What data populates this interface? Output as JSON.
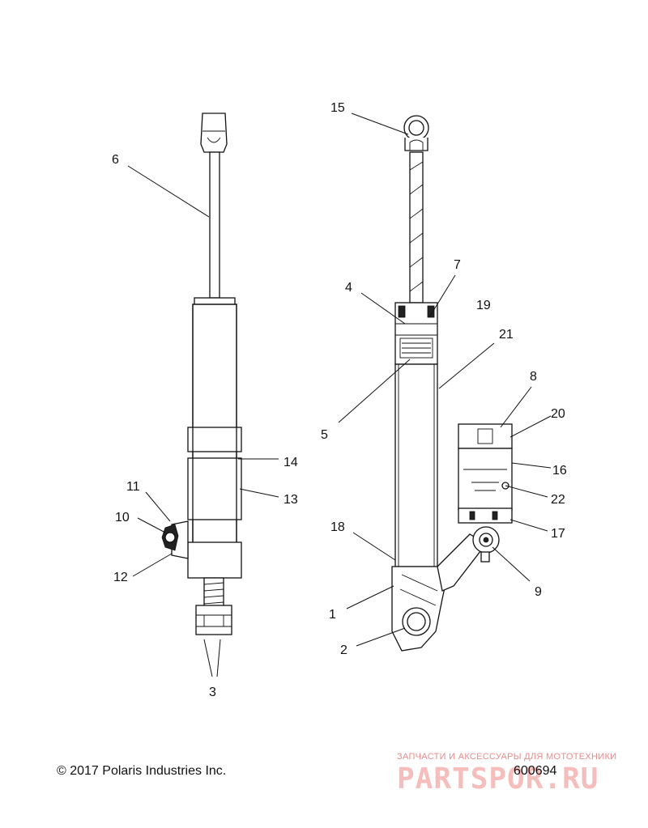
{
  "callouts": [
    "1",
    "2",
    "3",
    "4",
    "5",
    "6",
    "7",
    "8",
    "9",
    "10",
    "11",
    "12",
    "13",
    "14",
    "15",
    "16",
    "17",
    "18",
    "19",
    "20",
    "21",
    "22"
  ],
  "footer": {
    "copyright": "© 2017 Polaris Industries Inc.",
    "doc_number": "600694"
  },
  "watermark": {
    "tagline": "ЗАПЧАСТИ И АКСЕССУАРЫ ДЛЯ МОТОТЕХНИКИ",
    "logo": "PARTSPOR.RU"
  }
}
